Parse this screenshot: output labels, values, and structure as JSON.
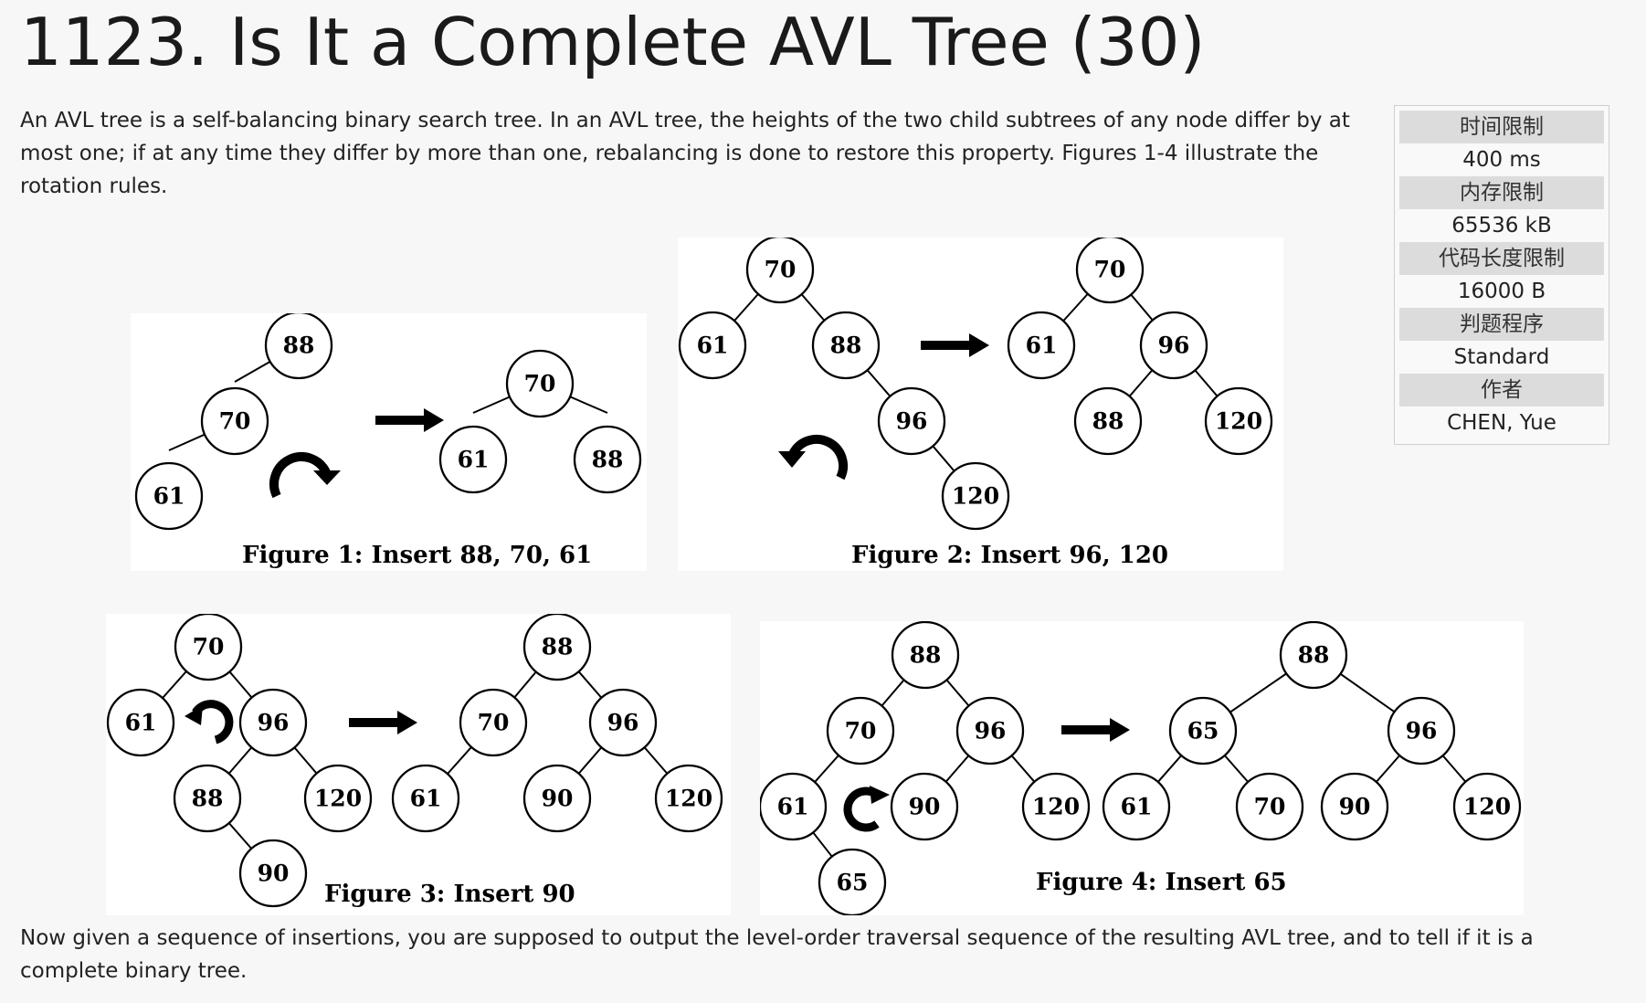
{
  "title": "1123. Is It a Complete AVL Tree (30)",
  "intro": "An AVL tree is a self-balancing binary search tree. In an AVL tree, the heights of the two child subtrees of any node differ by at most one; if at any time they differ by more than one, rebalancing is done to restore this property. Figures 1-4 illustrate the rotation rules.",
  "outro": "Now given a sequence of insertions, you are supposed to output the level-order traversal sequence of the resulting AVL tree, and to tell if it is a complete binary tree.",
  "limits": [
    {
      "label": "时间限制",
      "value": "400 ms"
    },
    {
      "label": "内存限制",
      "value": "65536 kB"
    },
    {
      "label": "代码长度限制",
      "value": "16000 B"
    },
    {
      "label": "判题程序",
      "value": "Standard"
    },
    {
      "label": "作者",
      "value": "CHEN, Yue"
    }
  ],
  "figures": {
    "fig1": {
      "caption": "Figure 1: Insert 88, 70, 61",
      "nodes": [
        "88",
        "70",
        "61",
        "70",
        "61",
        "88"
      ]
    },
    "fig2": {
      "caption": "Figure 2: Insert 96, 120",
      "nodes": [
        "70",
        "61",
        "88",
        "96",
        "120",
        "70",
        "61",
        "96",
        "88",
        "120"
      ]
    },
    "fig3": {
      "caption": "Figure 3: Insert 90",
      "nodes": [
        "70",
        "61",
        "96",
        "88",
        "120",
        "90",
        "88",
        "70",
        "96",
        "61",
        "90",
        "120"
      ]
    },
    "fig4": {
      "caption": "Figure 4: Insert 65",
      "nodes": [
        "88",
        "70",
        "96",
        "61",
        "90",
        "120",
        "65",
        "88",
        "65",
        "96",
        "61",
        "70",
        "90",
        "120"
      ]
    }
  },
  "icons": {
    "arrow": "right-arrow-icon",
    "rotate_cw": "rotate-clockwise-icon",
    "rotate_ccw": "rotate-counterclockwise-icon"
  }
}
